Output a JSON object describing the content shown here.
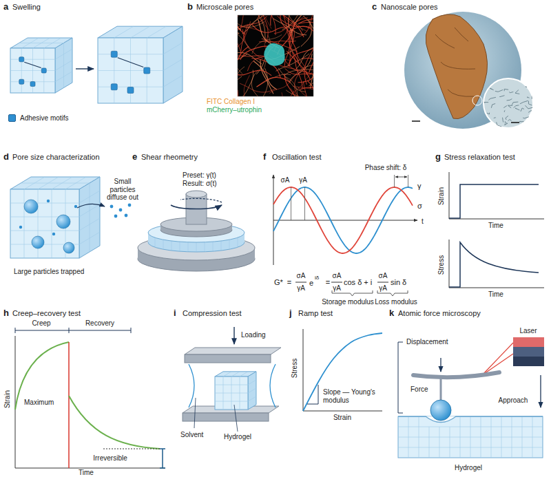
{
  "diagram": {
    "labels": [
      "a",
      "Swelling",
      "b",
      "Microscale pores",
      "FITC Collagen I",
      "mCherry–utrophin",
      "c",
      "Nanoscale pores",
      "d",
      "Pore size characterization",
      "Small particles diffuse out",
      "Large particles trapped",
      "e",
      "Shear rheometry",
      "Preset: γ(t)",
      "Result: σ(t)",
      "f",
      "Oscillation test",
      "Phase shift: δ",
      "σA",
      "γA",
      "γ",
      "t",
      "σ",
      "G*",
      "=",
      "σA",
      "γA",
      "e",
      "iδ",
      "=",
      "σA",
      "γA",
      "cos δ + i",
      "σA",
      "γA",
      "sin δ",
      "Storage modulus",
      "Loss modulus",
      "g",
      "Stress relaxation test",
      "Strain",
      "Time",
      "Stress",
      "Time",
      "h",
      "Creep–recovery test",
      "Creep",
      "Recovery",
      "Strain",
      "Maximum",
      "Irreversible",
      "Time",
      "i",
      "Compression test",
      "Loading",
      "Solvent",
      "Hydrogel",
      "j",
      "Ramp test",
      "Stress",
      "Slope — Young's modulus",
      "Strain",
      "k",
      "Atomic force microscopy",
      "Laser",
      "Displacement",
      "Force",
      "Approach",
      "Hydrogel"
    ],
    "legend": [
      {
        "text": "Adhesive motifs",
        "color": "#2e8fd1"
      }
    ]
  }
}
